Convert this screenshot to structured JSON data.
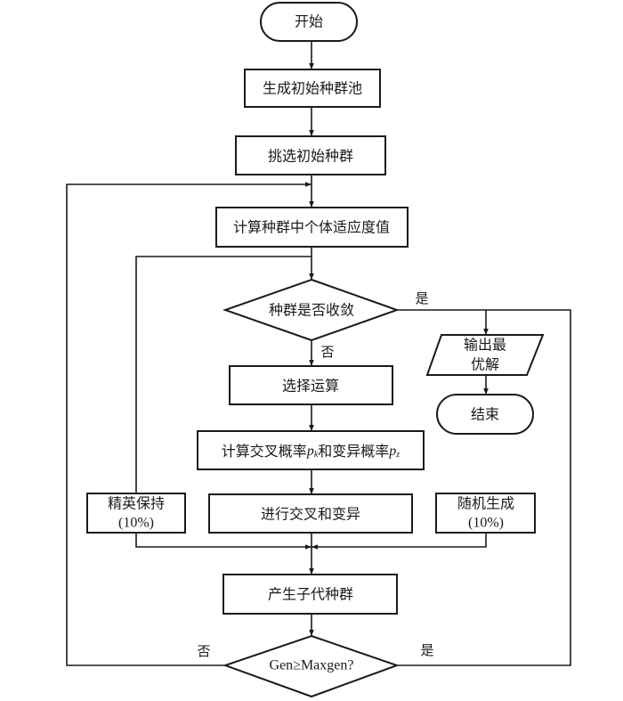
{
  "diagram": {
    "type": "flowchart",
    "nodes": {
      "start": "开始",
      "generate_pool": "生成初始种群池",
      "select_initial": "挑选初始种群",
      "compute_fitness": "计算种群中个体适应度值",
      "converged": "种群是否收敛",
      "output_line1": "输出最",
      "output_line2": "优解",
      "end": "结束",
      "selection": "选择运算",
      "prob_prefix": "计算交叉概率",
      "prob_pk": "p",
      "prob_pk_sub": "k",
      "prob_mid": "和变异概率",
      "prob_pz": "p",
      "prob_pz_sub": "z",
      "elite_line1": "精英保持",
      "elite_line2": "(10%)",
      "crossover_mutation": "进行交叉和变异",
      "random_line1": "随机生成",
      "random_line2": "(10%)",
      "offspring": "产生子代种群",
      "gen_check": "Gen≥Maxgen?"
    },
    "edge_labels": {
      "converged_yes": "是",
      "converged_no": "否",
      "gen_no": "否",
      "gen_yes": "是"
    }
  }
}
